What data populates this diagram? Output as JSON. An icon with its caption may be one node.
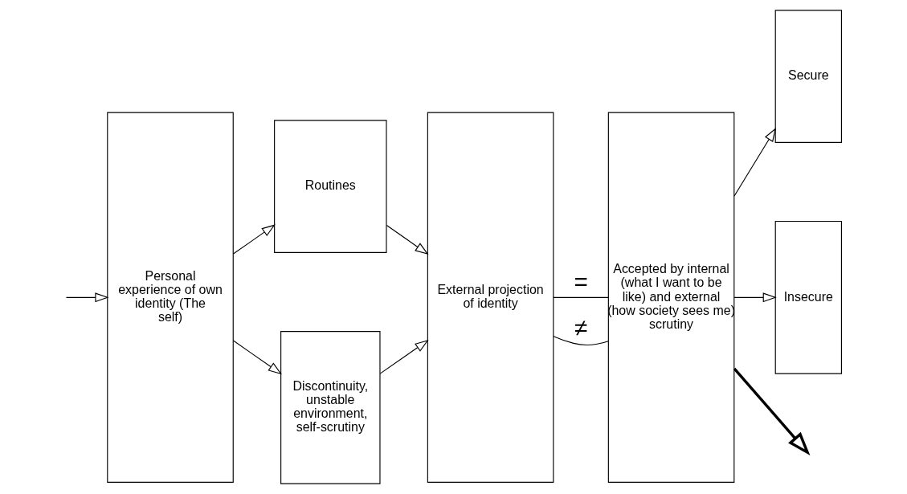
{
  "diagram": {
    "nodes": [
      {
        "text": [
          "Personal experience of own identity (The self)"
        ]
      },
      {
        "text": [
          "Routines"
        ]
      },
      {
        "text": [
          "Discontinuity, unstable environment, self-scrutiny"
        ]
      },
      {
        "text": [
          "External projection of identity"
        ]
      },
      {
        "text": [
          "Accepted by internal (what I want to be like) and external (how society sees me) scrutiny"
        ]
      },
      {
        "text": [
          "Secure"
        ]
      },
      {
        "text": [
          "Insecure"
        ]
      }
    ],
    "edges": [
      {
        "from": null,
        "to": 0,
        "arrow": "to"
      },
      {
        "from": 0,
        "to": 1,
        "arrow": "to"
      },
      {
        "from": 0,
        "to": 2,
        "arrow": "to"
      },
      {
        "from": 1,
        "to": 3,
        "arrow": "to"
      },
      {
        "from": 2,
        "to": 3,
        "arrow": "to"
      },
      {
        "from": 3,
        "to": 4,
        "arrow": "none",
        "label": "="
      },
      {
        "from": 3,
        "to": 4,
        "arrow": "none",
        "label": "≠"
      },
      {
        "from": 4,
        "to": 5,
        "arrow": "to"
      },
      {
        "from": 4,
        "to": 6,
        "arrow": "to"
      },
      {
        "from": 4,
        "to": null,
        "arrow": "to",
        "style": "thick"
      }
    ]
  }
}
